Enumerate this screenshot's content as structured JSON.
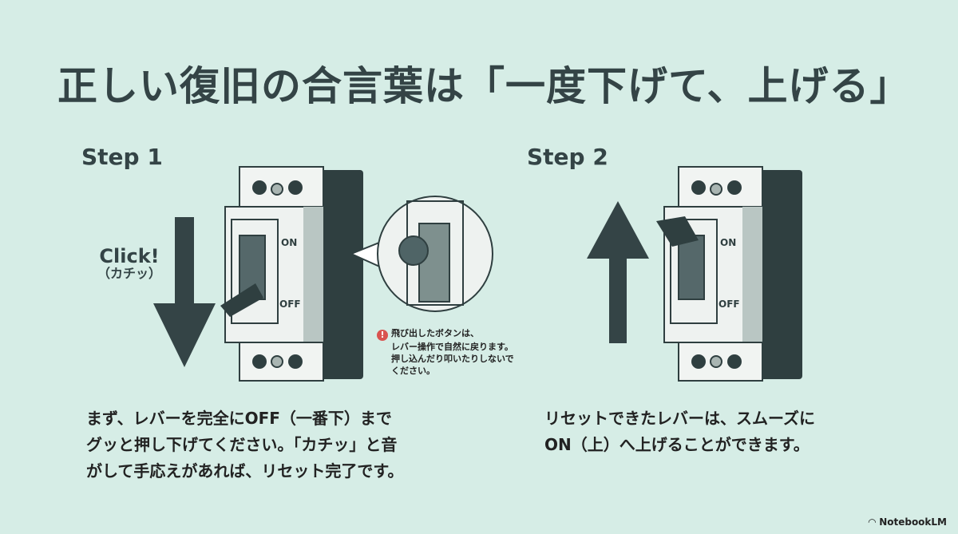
{
  "title": "正しい復旧の合言葉は「一度下げて、上げる」",
  "step1": {
    "heading": "Step 1",
    "click_label": "Click!",
    "click_sub": "（カチッ）",
    "switch_labels": {
      "on": "ON",
      "off": "OFF"
    },
    "note_icon": "exclamation-icon",
    "note_lines": [
      "飛び出したボタンは、",
      "レバー操作で自然に戻ります。",
      "押し込んだり叩いたりしないで",
      "ください。"
    ],
    "description_lines": [
      "まず、レバーを完全にOFF（一番下）まで",
      "グッと押し下げてください。「カチッ」と音",
      "がして手応えがあれば、リセット完了です。"
    ]
  },
  "step2": {
    "heading": "Step 2",
    "switch_labels": {
      "on": "ON",
      "off": "OFF"
    },
    "description_lines": [
      "リセットできたレバーは、スムーズに",
      "ON（上）へ上げることができます。"
    ]
  },
  "brand": "NotebookLM",
  "colors": {
    "background": "#d6ede6",
    "dark": "#344446",
    "alert": "#d9534f"
  }
}
